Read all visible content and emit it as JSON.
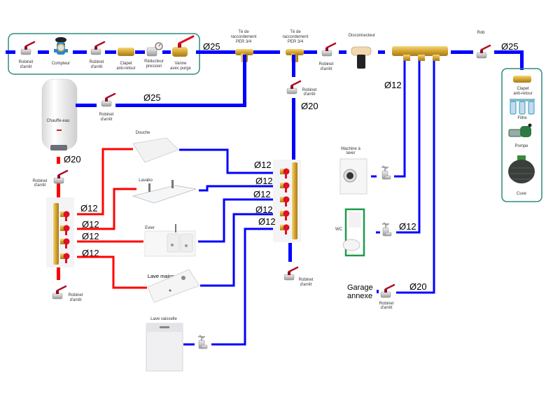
{
  "diagram": {
    "title": "Schéma de plomberie",
    "colors": {
      "cold_water": "#0000ff",
      "hot_water": "#ff0000",
      "box_border": "#2e8b7f"
    },
    "supply_box": {
      "items": [
        {
          "id": "robinet1",
          "label_l1": "Robinet",
          "label_l2": "d'arrêt",
          "icon": "ball-valve-icon"
        },
        {
          "id": "compteur",
          "label_l1": "Compteur",
          "label_l2": "",
          "icon": "water-meter-icon"
        },
        {
          "id": "robinet2",
          "label_l1": "Robinet",
          "label_l2": "d'arrêt",
          "icon": "ball-valve-icon"
        },
        {
          "id": "clapet",
          "label_l1": "Clapet",
          "label_l2": "anti-retour",
          "icon": "check-valve-icon"
        },
        {
          "id": "reducteur",
          "label_l1": "Réducteur",
          "label_l2": "pression",
          "icon": "pressure-reducer-icon"
        },
        {
          "id": "vanne",
          "label_l1": "Vanne",
          "label_l2": "avec purge",
          "icon": "purge-valve-icon"
        }
      ]
    },
    "main_line": {
      "diameter": "Ø25",
      "tee1": {
        "l1": "Té de",
        "l2": "raccordement",
        "l3": "PER 3/4"
      },
      "tee2": {
        "l1": "Té de",
        "l2": "raccordement",
        "l3": "PER 3/4"
      },
      "robinet": {
        "l1": "Robinet",
        "l2": "d'arrêt"
      },
      "disconnecteur": "Disconnecteur",
      "rob": "Rob",
      "diameter_right": "Ø25"
    },
    "rain_box": {
      "items": [
        {
          "label_l1": "Clapet",
          "label_l2": "anti-retour",
          "icon": "check-valve-icon"
        },
        {
          "label_l1": "Filtre",
          "label_l2": "",
          "icon": "filter-icon"
        },
        {
          "label_l1": "Pompe",
          "label_l2": "",
          "icon": "pump-icon"
        },
        {
          "label_l1": "Cuve",
          "label_l2": "",
          "icon": "tank-icon"
        }
      ]
    },
    "heater": {
      "label": "Chauffe-eau",
      "robinet": {
        "l1": "Robinet",
        "l2": "d'arrêt"
      },
      "diameter": "Ø25"
    },
    "hot_manifold": {
      "diameter_in": "Ø20",
      "robinet_top": {
        "l1": "Robinet",
        "l2": "d'arrêt"
      },
      "robinet_bottom": {
        "l1": "Robinet",
        "l2": "d'arrêt"
      },
      "outlets": [
        "Ø12",
        "Ø12",
        "Ø12",
        "Ø12"
      ]
    },
    "cold_manifold": {
      "diameter_in": "Ø20",
      "robinet_top": {
        "l1": "Robinet",
        "l2": "d'arrêt"
      },
      "robinet_bottom": {
        "l1": "Robinet",
        "l2": "d'arrêt"
      },
      "outlets": [
        "Ø12",
        "Ø12",
        "Ø12",
        "Ø12",
        "Ø12"
      ]
    },
    "fixtures": {
      "douche": "Douche",
      "lavabo": "Lavabo",
      "evier": "Evier",
      "lave_mains": "Lave mains",
      "lave_vaisselle": "Lave vaisselle"
    },
    "right_branch": {
      "diameter_top": "Ø12",
      "machine_l1": "Machine à",
      "machine_l2": "laver",
      "wc": "WC",
      "wc_diameter": "Ø12",
      "garage_l1": "Garage",
      "garage_l2": "annexe",
      "garage_robinet": {
        "l1": "Robinet",
        "l2": "d'arrêt"
      },
      "garage_diameter": "Ø20"
    }
  }
}
